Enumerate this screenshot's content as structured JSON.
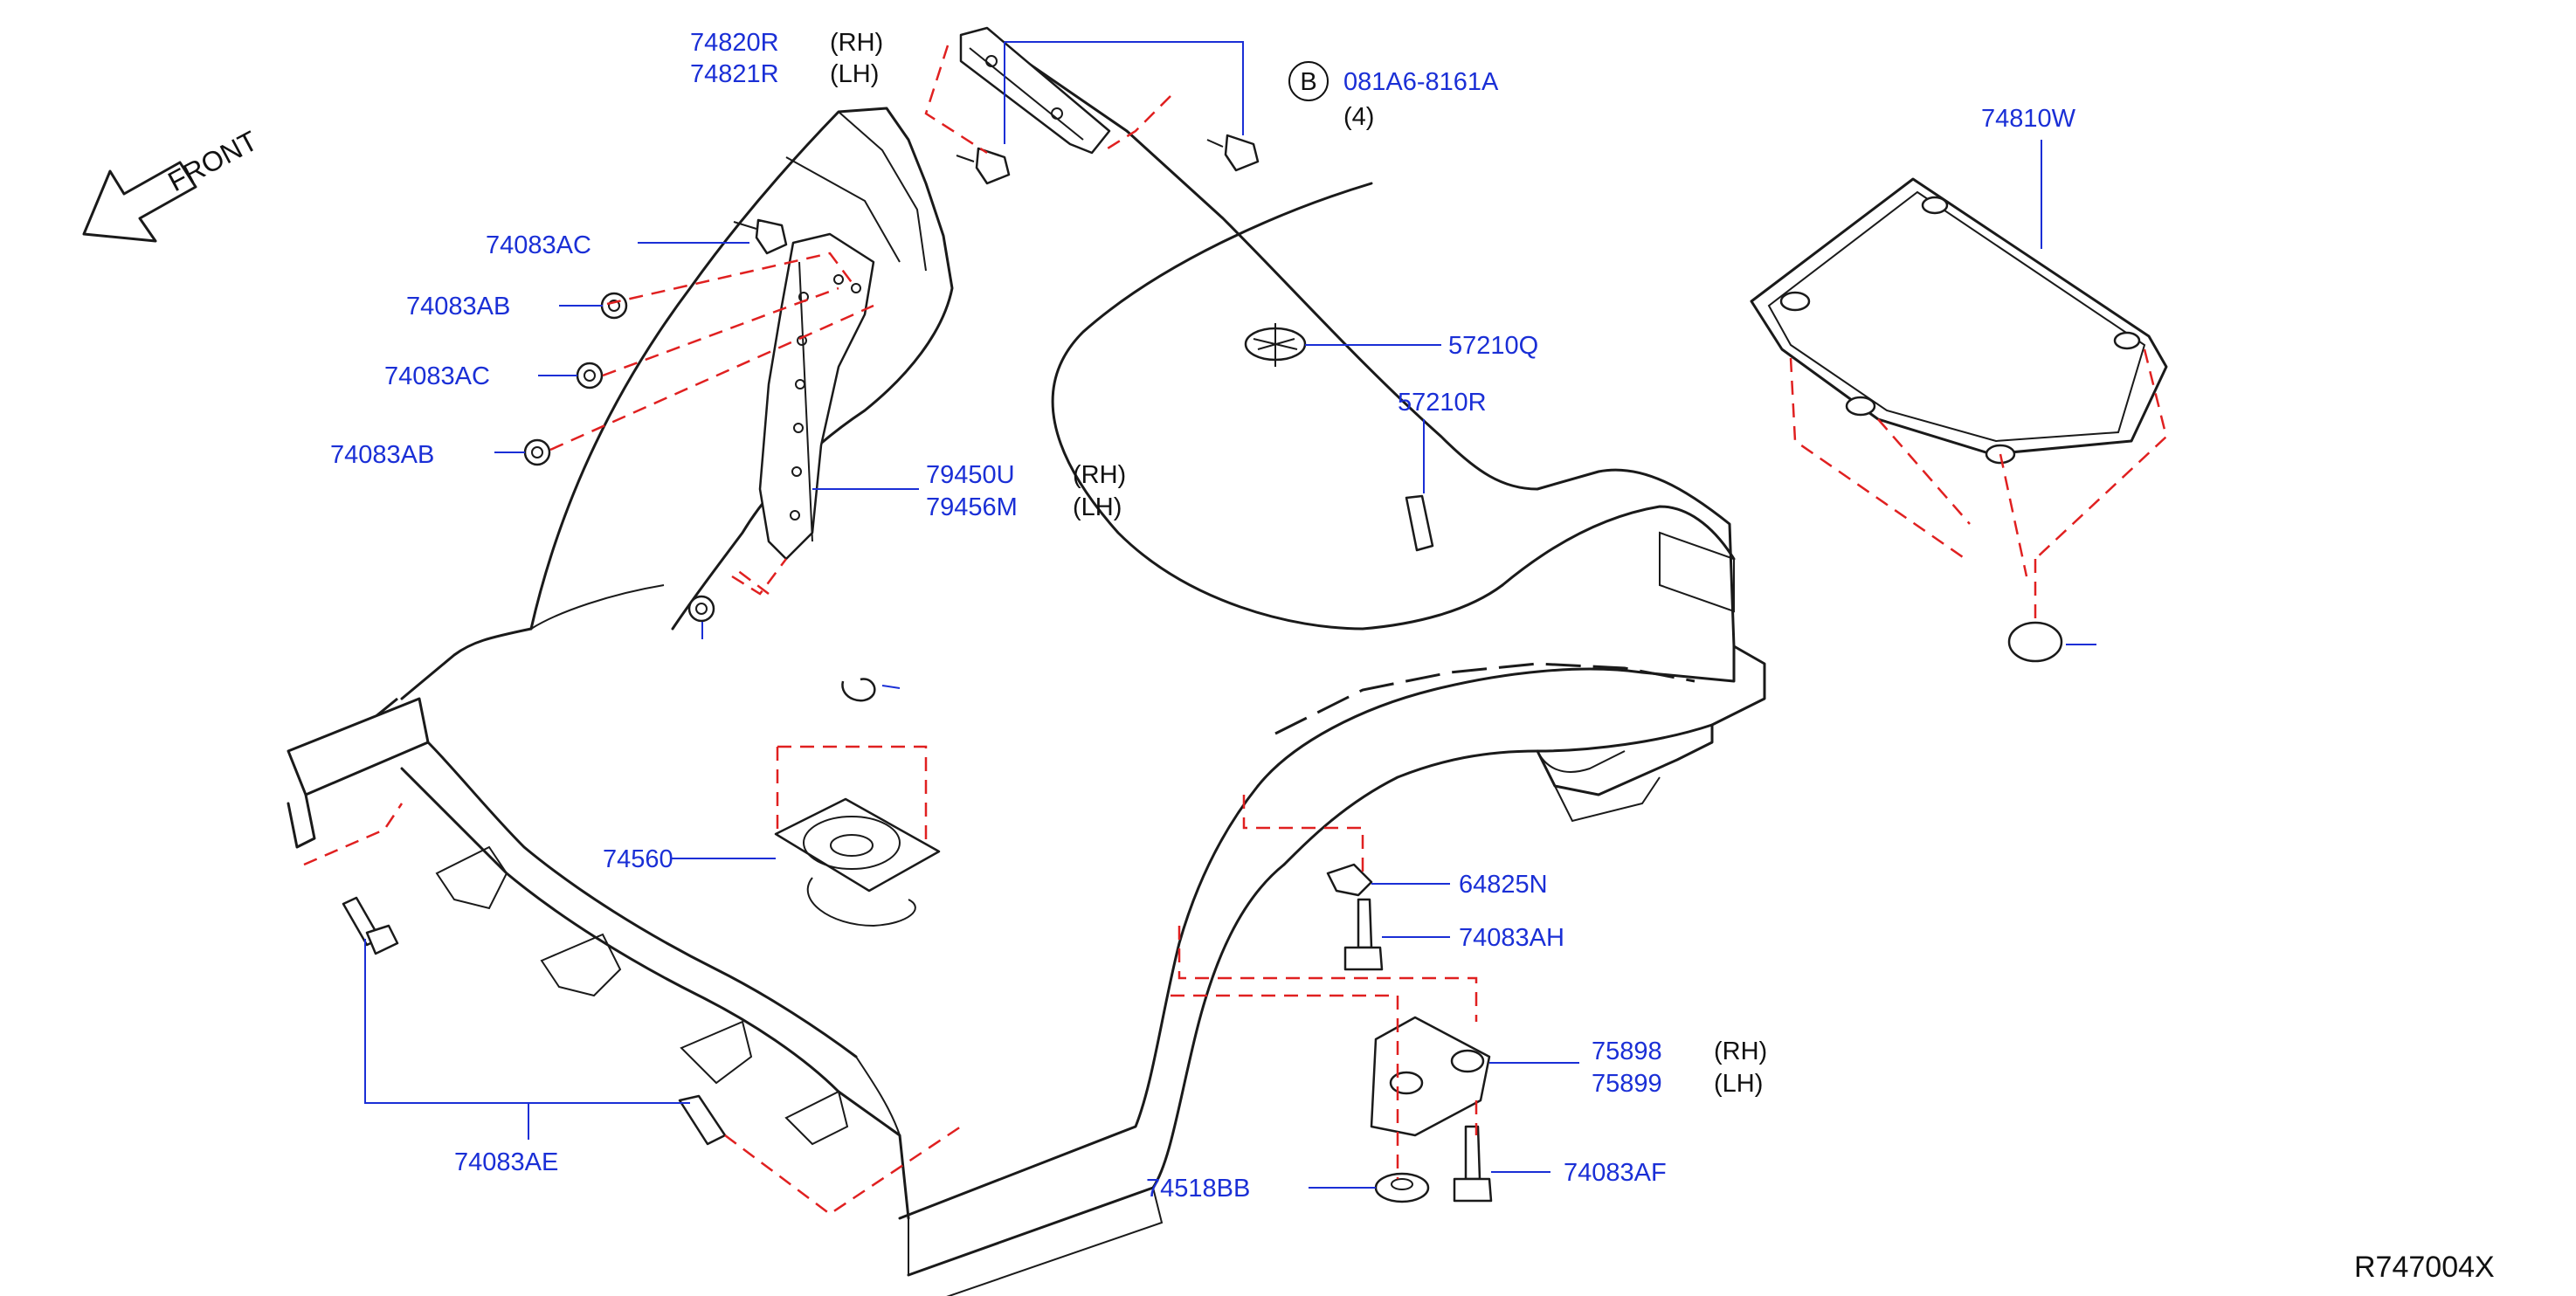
{
  "figure_id": "R747004X",
  "front_label": "FRONT",
  "bolt_symbol": "B",
  "callouts": [
    {
      "id": "pn-74820R",
      "part": "74820R",
      "side": "(RH)"
    },
    {
      "id": "pn-74821R",
      "part": "74821R",
      "side": "(LH)"
    },
    {
      "id": "pn-081A6-8161A",
      "part": "081A6-8161A",
      "side": "(4)"
    },
    {
      "id": "pn-74083AC-a",
      "part": "74083AC",
      "side": ""
    },
    {
      "id": "pn-74083AB-a",
      "part": "74083AB",
      "side": ""
    },
    {
      "id": "pn-74083AC-b",
      "part": "74083AC",
      "side": ""
    },
    {
      "id": "pn-74083AB-b",
      "part": "74083AB",
      "side": ""
    },
    {
      "id": "pn-79450U",
      "part": "79450U",
      "side": "(RH)"
    },
    {
      "id": "pn-79456M",
      "part": "79456M",
      "side": "(LH)"
    },
    {
      "id": "pn-57210Q",
      "part": "57210Q",
      "side": ""
    },
    {
      "id": "pn-57210R",
      "part": "57210R",
      "side": ""
    },
    {
      "id": "pn-74810W",
      "part": "74810W",
      "side": ""
    },
    {
      "id": "pn-74560",
      "part": "74560",
      "side": ""
    },
    {
      "id": "pn-64825N",
      "part": "64825N",
      "side": ""
    },
    {
      "id": "pn-74083AH",
      "part": "74083AH",
      "side": ""
    },
    {
      "id": "pn-75898",
      "part": "75898",
      "side": "(RH)"
    },
    {
      "id": "pn-75899",
      "part": "75899",
      "side": "(LH)"
    },
    {
      "id": "pn-74083AF",
      "part": "74083AF",
      "side": ""
    },
    {
      "id": "pn-74518BB",
      "part": "74518BB",
      "side": ""
    },
    {
      "id": "pn-74083AE",
      "part": "74083AE",
      "side": ""
    }
  ]
}
